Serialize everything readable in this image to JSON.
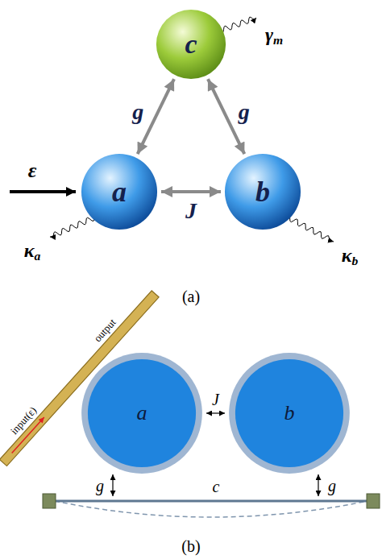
{
  "diagram": {
    "nodes": [
      {
        "text": [
          "c"
        ]
      },
      {
        "text": [
          "a"
        ]
      },
      {
        "text": [
          "b"
        ]
      },
      {
        "text": [
          "a"
        ]
      },
      {
        "text": [
          "b"
        ]
      }
    ],
    "edges": [
      {
        "from": 1,
        "to": 0,
        "label": "g",
        "arrow": "both"
      },
      {
        "from": 0,
        "to": 2,
        "label": "g",
        "arrow": "both"
      },
      {
        "from": 1,
        "to": 2,
        "label": "J",
        "arrow": "both"
      },
      {
        "from": 3,
        "to": 4,
        "label": "J",
        "arrow": "both"
      }
    ],
    "labels": [
      "γm",
      "ε",
      "κa",
      "κb",
      "(a)",
      "output",
      "input(ε)",
      "g",
      "c",
      "g",
      "(b)"
    ]
  }
}
